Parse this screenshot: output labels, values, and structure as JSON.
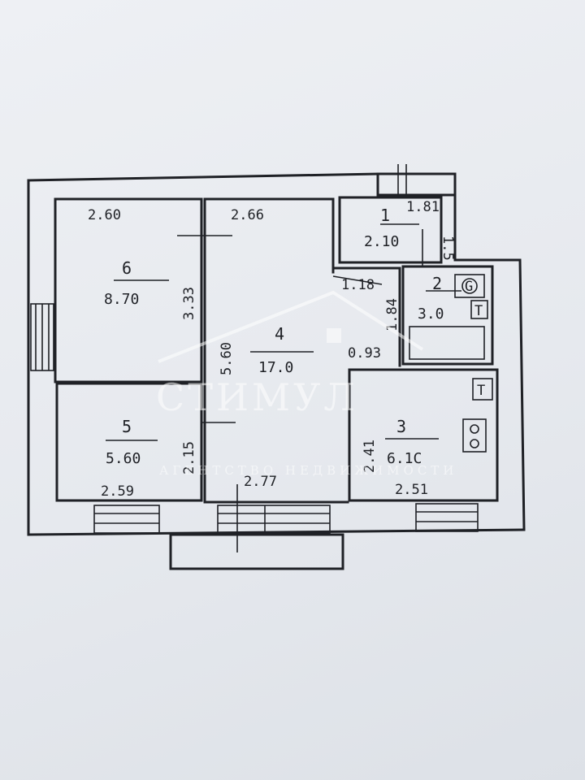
{
  "rooms": [
    {
      "number": "6",
      "area": "8.70"
    },
    {
      "number": "5",
      "area": "5.60"
    },
    {
      "number": "4",
      "area": "17.0"
    },
    {
      "number": "1",
      "area": "2.10"
    },
    {
      "number": "2",
      "area": "3.0"
    },
    {
      "number": "3",
      "area": "6.1C"
    }
  ],
  "dimensions": {
    "room6_width": "2.60",
    "room6_height": "3.33",
    "room4_width_top": "2.66",
    "room4_height": "5.60",
    "room4_width_bottom": "2.77",
    "room5_width": "2.59",
    "room5_height": "2.15",
    "room1_width": "1.81",
    "room1_height": "1.5",
    "corridor_width": "1.18",
    "corridor_height": "1.84",
    "corridor_gap": "0.93",
    "room3_height": "2.41",
    "room3_width": "2.51"
  },
  "fixtures": {
    "boiler": "G",
    "bath_mark": "T",
    "kitchen_mark": "T"
  },
  "watermark": {
    "brand": "СТИМУЛ",
    "tagline": "АГЕНТСТВО НЕДВИЖИМОСТИ"
  }
}
